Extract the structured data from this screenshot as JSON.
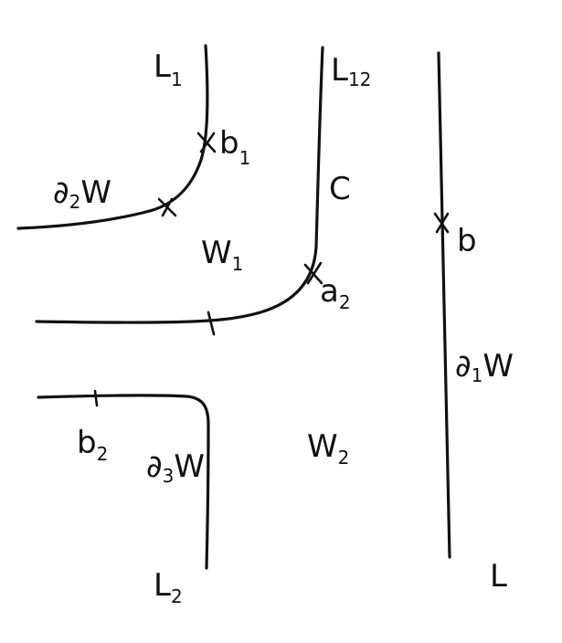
{
  "labels": {
    "L1": {
      "main": "L",
      "sub": "1"
    },
    "L12": {
      "main": "L",
      "sub": "12"
    },
    "L2": {
      "main": "L",
      "sub": "2"
    },
    "L": {
      "main": "L"
    },
    "b1": {
      "main": "b",
      "sub": "1"
    },
    "b2": {
      "main": "b",
      "sub": "2"
    },
    "a2": {
      "main": "a",
      "sub": "2"
    },
    "b": {
      "main": "b"
    },
    "C": {
      "main": "C"
    },
    "W1": {
      "main": "W",
      "sub": "1"
    },
    "W2": {
      "main": "W",
      "sub": "2"
    },
    "d1W": {
      "pre": "∂",
      "sub": "1",
      "main": "W"
    },
    "d2W": {
      "pre": "∂",
      "sub": "2",
      "main": "W"
    },
    "d3W": {
      "pre": "∂",
      "sub": "3",
      "main": "W"
    }
  },
  "style": {
    "ink": "#111111",
    "background": "#ffffff"
  }
}
